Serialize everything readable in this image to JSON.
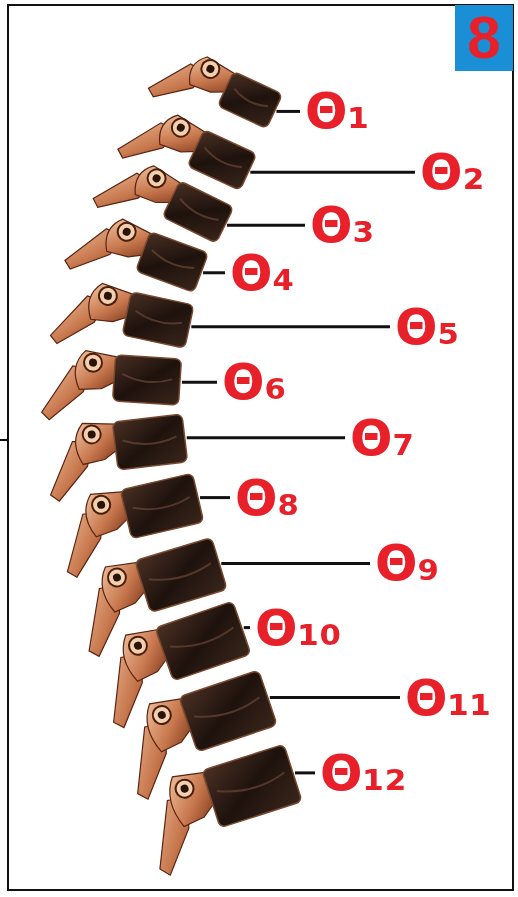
{
  "diagram": {
    "nodes": [
      {
        "text": [
          "8"
        ]
      }
    ],
    "labels": [
      "Θ₁",
      "Θ₂",
      "Θ₃",
      "Θ₄",
      "Θ₅",
      "Θ₆",
      "Θ₇",
      "Θ₈",
      "Θ₉",
      "Θ₁₀",
      "Θ₁₁",
      "Θ₁₂"
    ]
  }
}
